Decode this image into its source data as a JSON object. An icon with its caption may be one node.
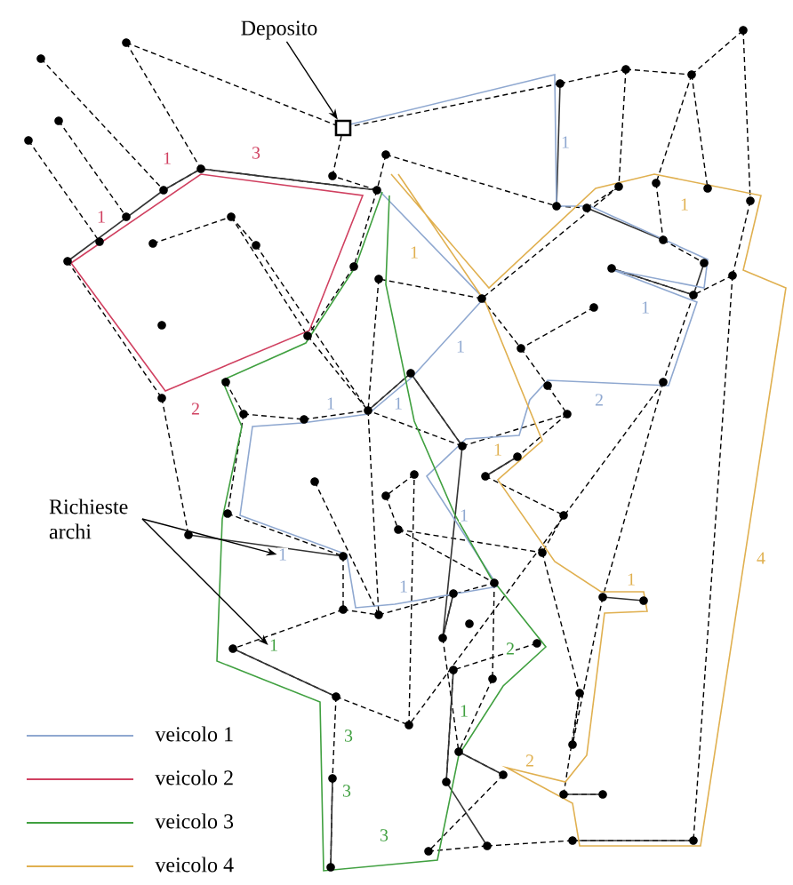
{
  "diagram": {
    "nodes": [
      {
        "text": [
          "Deposito"
        ]
      },
      {
        "text": [],
        "shape": "box"
      },
      {
        "text": [
          "Richieste archi"
        ]
      },
      {
        "text": [
          "1"
        ]
      },
      {
        "text": [
          "1"
        ]
      }
    ],
    "edges": [
      {
        "from": 0,
        "to": 1,
        "arrow": "to"
      },
      {
        "from": 2,
        "to": 3,
        "arrow": "to"
      },
      {
        "from": 2,
        "to": 4,
        "arrow": "to"
      }
    ],
    "labels": [
      "1",
      "3",
      "1",
      "1",
      "1",
      "1",
      "1",
      "1",
      "1",
      "2",
      "1",
      "2",
      "1",
      "1",
      "1",
      "1",
      "4",
      "2",
      "3",
      "1",
      "2",
      "3",
      "3"
    ],
    "legend": [
      {
        "text": "veicolo 1"
      },
      {
        "text": "veicolo 2"
      },
      {
        "text": "veicolo 3"
      },
      {
        "text": "veicolo 4"
      }
    ]
  }
}
